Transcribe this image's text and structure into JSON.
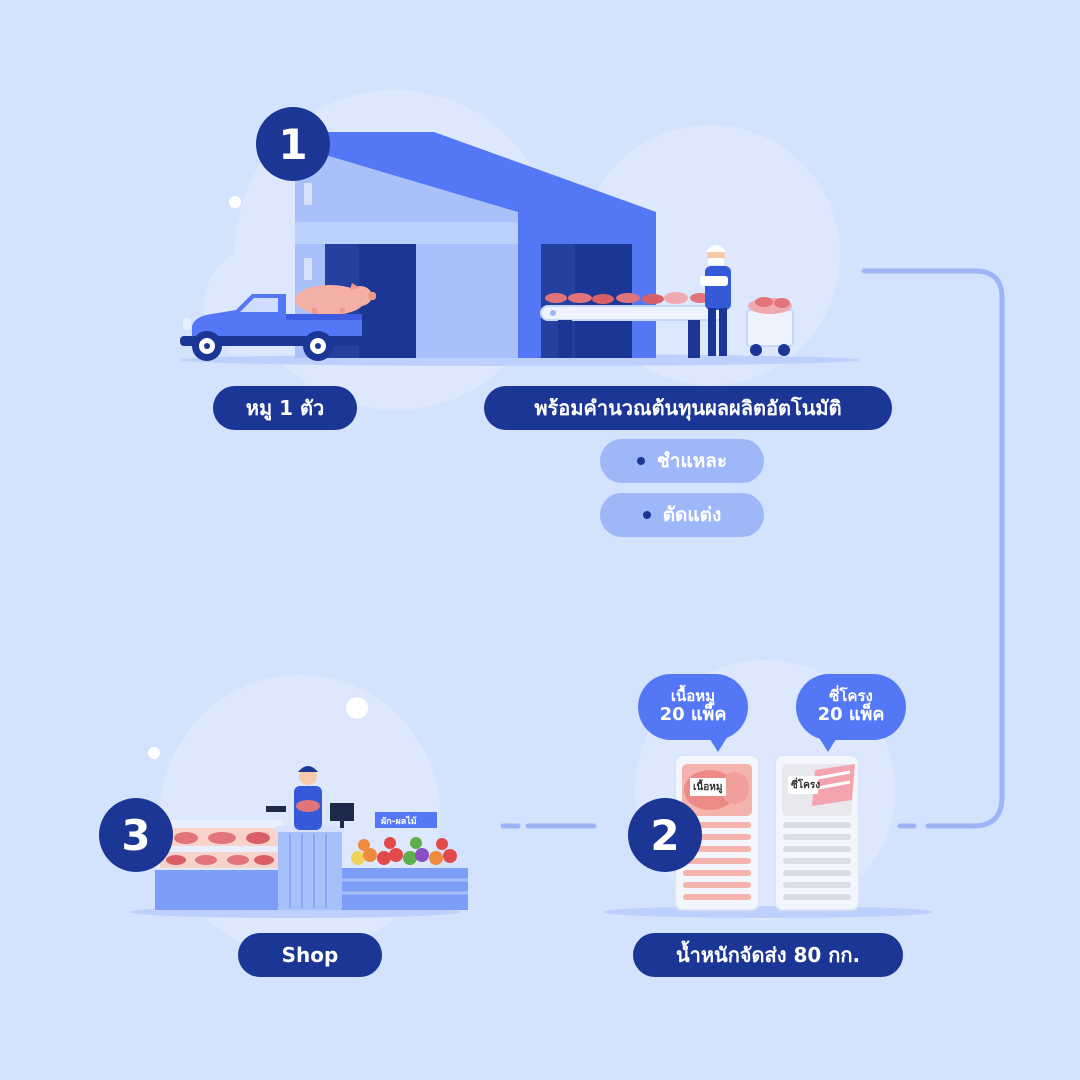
{
  "steps": [
    {
      "number": "1",
      "label": "หมู 1 ตัว"
    },
    {
      "number": "2",
      "label": "น้ำหนักจัดส่ง 80 กก."
    },
    {
      "number": "3",
      "label": "Shop"
    }
  ],
  "process": {
    "title": "พร้อมคำนวณต้นทุนผลผลิตอัตโนมัติ",
    "items": [
      "ชำแหละ",
      "ตัดแต่ง"
    ]
  },
  "bubbles": [
    {
      "line1": "เนื้อหมู",
      "line2": "20 แพ็ค"
    },
    {
      "line1": "ซี่โครง",
      "line2": "20 แพ็ค"
    }
  ],
  "packs": [
    "เนื้อหมู",
    "ซี่โครง"
  ],
  "shop_sign": "ผัก-ผลไม้",
  "colors": {
    "background": "#d3e2fd",
    "navy": "#1b3694",
    "blue": "#5477f5",
    "light_blue": "#9db7f8",
    "connector": "#9db5f7"
  },
  "icons": [
    "factory-icon",
    "pickup-truck-icon",
    "pig-icon",
    "conveyor-belt-icon",
    "worker-icon",
    "meat-pack-icon",
    "shop-counter-icon",
    "shopkeeper-icon"
  ]
}
